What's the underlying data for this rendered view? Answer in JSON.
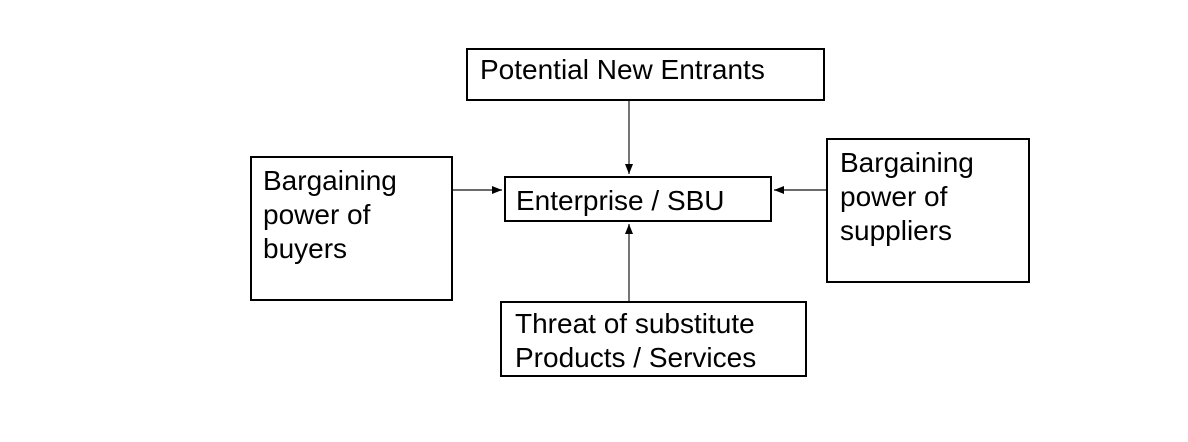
{
  "diagram": {
    "nodes": {
      "potential_new_entrants": {
        "lines": [
          "Potential New Entrants"
        ]
      },
      "bargaining_power_of_buyers": {
        "lines": [
          "Bargaining",
          "power of",
          "buyers"
        ]
      },
      "enterprise_sbu": {
        "lines": [
          "Enterprise / SBU"
        ]
      },
      "bargaining_power_of_suppliers": {
        "lines": [
          "Bargaining",
          "power of",
          "suppliers"
        ]
      },
      "threat_of_substitute_products_services": {
        "lines": [
          "Threat of substitute",
          "Products / Services"
        ]
      }
    },
    "edges": [
      {
        "from": "potential_new_entrants",
        "to": "enterprise_sbu",
        "direction": "down"
      },
      {
        "from": "bargaining_power_of_buyers",
        "to": "enterprise_sbu",
        "direction": "right"
      },
      {
        "from": "bargaining_power_of_suppliers",
        "to": "enterprise_sbu",
        "direction": "left"
      },
      {
        "from": "threat_of_substitute_products_services",
        "to": "enterprise_sbu",
        "direction": "up"
      }
    ],
    "colors": {
      "background": "#ffffff",
      "box_border": "#000000",
      "text": "#000000",
      "arrow": "#3a3a3a",
      "arrowhead": "#000000"
    }
  }
}
